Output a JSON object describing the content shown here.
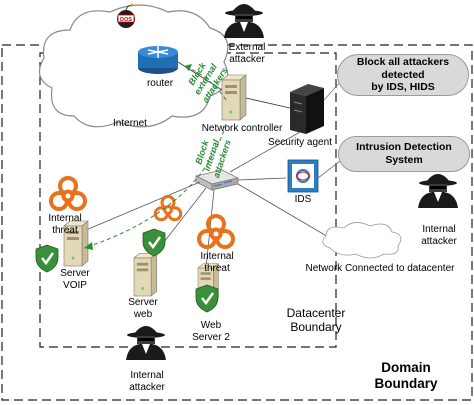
{
  "labels": {
    "internet": "Internet",
    "router": "router",
    "external_attacker": "External\nattacker",
    "network_controller": "Network controller",
    "security_agent": "Security agent",
    "block_all": "Block all attackers detected\nby IDS, HIDS",
    "ids_system": "Intrusion Detection System",
    "ids": "IDS",
    "internal_attacker_right": "Internal\nattacker",
    "network_connected": "Network Connected to datacenter",
    "internal_threat_left": "Internal\nthreat",
    "server_voip": "Server\nVOIP",
    "server_web": "Server\nweb",
    "internal_threat_mid": "Internal\nthreat",
    "web_server2": "Web\nServer 2",
    "datacenter_boundary": "Datacenter\nBoundary",
    "internal_attacker_bottom": "Internal\nattacker",
    "domain_boundary": "Domain\nBoundary",
    "block_external": "Block\nexternal\nattackers",
    "block_internal": "Block\ninternal\nattackers",
    "dos_tag": "DOS",
    "secure_tag": "SECURE"
  },
  "colors": {
    "biohazard": "#e8711c",
    "shield": "#3a8f3a",
    "ids_blue": "#2a7fc1",
    "router_blue": "#1f6fb5",
    "green_text": "#2e8b3a",
    "pill_fill": "#d9d9d9"
  }
}
